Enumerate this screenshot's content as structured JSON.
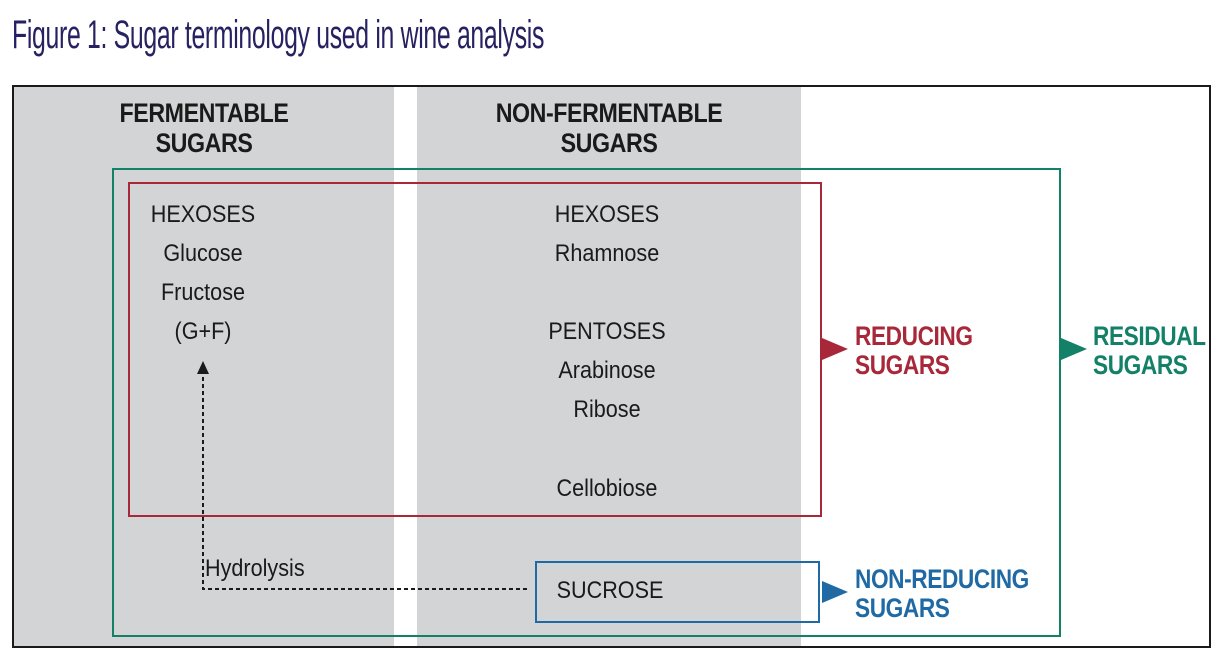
{
  "title": "Figure 1: Sugar terminology used in wine analysis",
  "columns": {
    "fermentable": [
      "FERMENTABLE",
      "SUGARS"
    ],
    "non_fermentable": [
      "NON-FERMENTABLE",
      "SUGARS"
    ]
  },
  "fermentable_list": {
    "heading": "HEXOSES",
    "items": [
      "Glucose",
      "Fructose",
      "(G+F)"
    ]
  },
  "non_fermentable_list": {
    "hexoses_heading": "HEXOSES",
    "hexoses_items": [
      "Rhamnose"
    ],
    "pentoses_heading": "PENTOSES",
    "pentoses_items": [
      "Arabinose",
      "Ribose"
    ],
    "other": "Cellobiose"
  },
  "sucrose": "SUCROSE",
  "hydrolysis": "Hydrolysis",
  "labels": {
    "reducing": [
      "REDUCING",
      "SUGARS"
    ],
    "residual": [
      "RESIDUAL",
      "SUGARS"
    ],
    "non_reducing": [
      "NON-REDUCING",
      "SUGARS"
    ]
  },
  "colors": {
    "title": "#262262",
    "reducing": "#a8283a",
    "residual": "#138068",
    "non_reducing": "#1f6aa5",
    "column_fill": "#d3d4d6"
  }
}
